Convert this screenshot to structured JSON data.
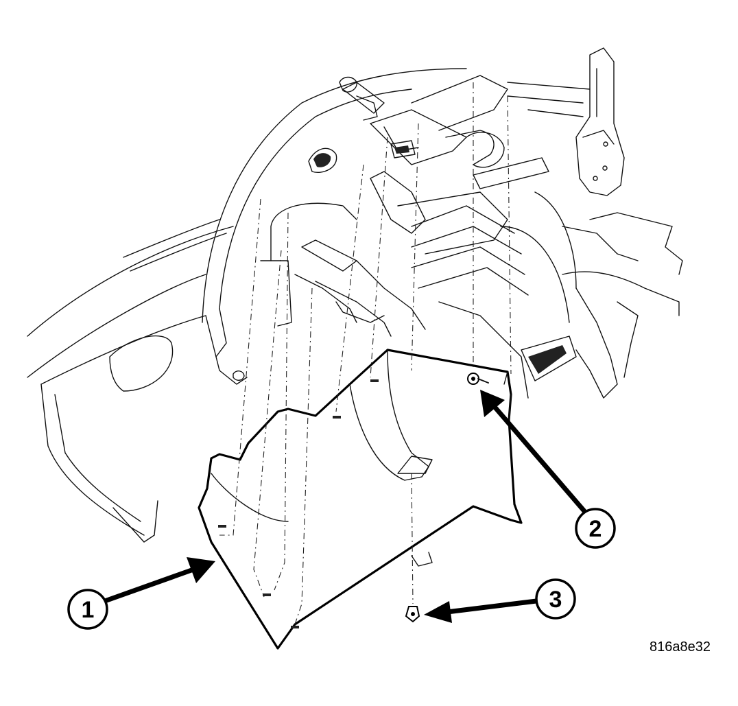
{
  "figure_id": "816a8e32",
  "callouts": [
    {
      "number": "1",
      "part": "panel"
    },
    {
      "number": "2",
      "part": "fastener"
    },
    {
      "number": "3",
      "part": "fastener"
    }
  ]
}
